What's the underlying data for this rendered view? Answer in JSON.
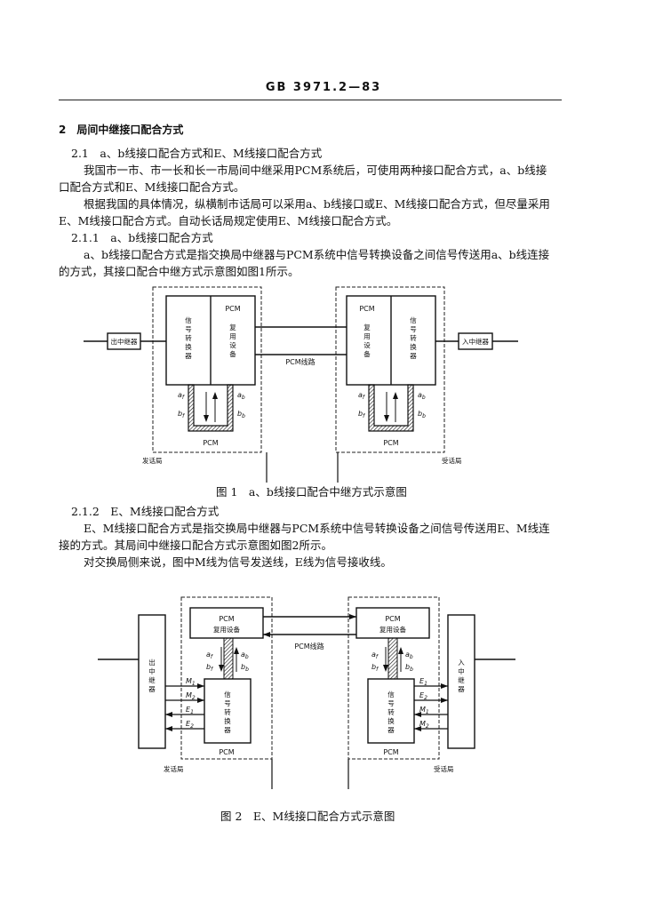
{
  "header": {
    "code": "GB 3971.2—83"
  },
  "sections": {
    "s2_title": "2　局间中继接口配合方式",
    "s21_title": "2.1　a、b线接口配合方式和E、M线接口配合方式",
    "s21_p1a": "我国市一市、市一长和长一市局间中继采用PCM系统后，可使用两种接口配合方式，a、b线接",
    "s21_p1b": "口配合方式和E、M线接口配合方式。",
    "s21_p2a": "根据我国的具体情况，纵横制市话局可以采用a、b线接口或E、M线接口配合方式，但尽量采用",
    "s21_p2b": "E、M线接口配合方式。自动长话局规定使用E、M线接口配合方式。",
    "s211_title": "2.1.1　a、b线接口配合方式",
    "s211_p1a": "a、b线接口配合方式是指交换局中继器与PCM系统中信号转换设备之间信号传送用a、b线连接",
    "s211_p1b": "的方式，其接口配合中继方式示意图如图1所示。",
    "fig1_caption": "图 1　a、b线接口配合中继方式示意图",
    "s212_title": "2.1.2　E、M线接口配合方式",
    "s212_p1a": "E、M线接口配合方式是指交换局中继器与PCM系统中信号转换设备之间信号传送用E、M线连",
    "s212_p1b": "接的方式。其局间中继接口配合方式示意图如图2所示。",
    "s212_p2": "对交换局侧来说，图中M线为信号发送线，E线为信号接收线。",
    "fig2_caption": "图 2　E、M线接口配合方式示意图"
  },
  "fig1": {
    "out_trunk": "出中继器",
    "in_trunk": "入中继器",
    "sig_conv": "信号转换器",
    "pcm": "PCM",
    "mux": "复用设备",
    "pcm_line": "PCM线路",
    "a_f": "a",
    "a_f_sub": "f",
    "b_f": "b",
    "b_f_sub": "f",
    "a_b": "a",
    "a_b_sub": "b",
    "b_b": "b",
    "b_b_sub": "b",
    "send_office": "发话局",
    "recv_office": "受话局"
  },
  "fig2": {
    "out_trunk": "出中继器",
    "in_trunk": "入中继器",
    "pcm_mux_pcm": "PCM",
    "pcm_mux_label": "复用设备",
    "sig_conv": "信号转换器",
    "pcm": "PCM",
    "pcm_line": "PCM线路",
    "a_f": "a",
    "a_f_sub": "f",
    "b_f": "b",
    "b_f_sub": "f",
    "a_b": "a",
    "a_b_sub": "b",
    "b_b": "b",
    "b_b_sub": "b",
    "M": "M",
    "E": "E",
    "sub1": "1",
    "sub2": "2",
    "send_office": "发话局",
    "recv_office": "受话局"
  }
}
